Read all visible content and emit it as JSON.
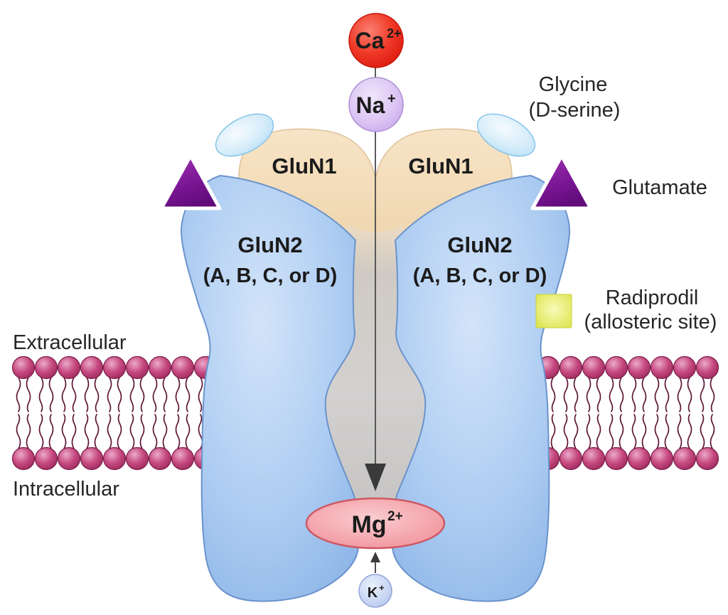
{
  "diagram": "NMDA receptor channel diagram",
  "ions": {
    "calcium": {
      "base": "Ca",
      "charge": "2+"
    },
    "sodium": {
      "base": "Na",
      "charge": "+"
    },
    "magnesium": {
      "base": "Mg",
      "charge": "2+"
    },
    "potassium": {
      "base": "K",
      "charge": "+"
    }
  },
  "subunits": {
    "glun1_left": "GluN1",
    "glun1_right": "GluN1",
    "glun2_left": "GluN2",
    "glun2_left_sub": "(A, B, C, or D)",
    "glun2_right": "GluN2",
    "glun2_right_sub": "(A, B, C, or D)"
  },
  "labels": {
    "glycine": "Glycine",
    "glycine_sub": "(D-serine)",
    "glutamate": "Glutamate",
    "radiprodil": "Radiprodil",
    "radiprodil_sub": "(allosteric site)",
    "extracellular": "Extracellular",
    "intracellular": "Intracellular"
  },
  "colors": {
    "calcium_red": "#ec2012",
    "sodium_lavender": "#d3b9ef",
    "magnesium_pink": "#ef949c",
    "potassium_blue": "#bfcff2",
    "receptor_blue": "#a9cbf1",
    "glun1_tan": "#f2dbb7",
    "channel_gray": "#cbc9c7",
    "membrane_head_pink": "#b43a72",
    "glutamate_purple": "#7c1795",
    "radiprodil_yellow": "#dde44e",
    "glycine_site_blue": "#bfe3f8"
  }
}
